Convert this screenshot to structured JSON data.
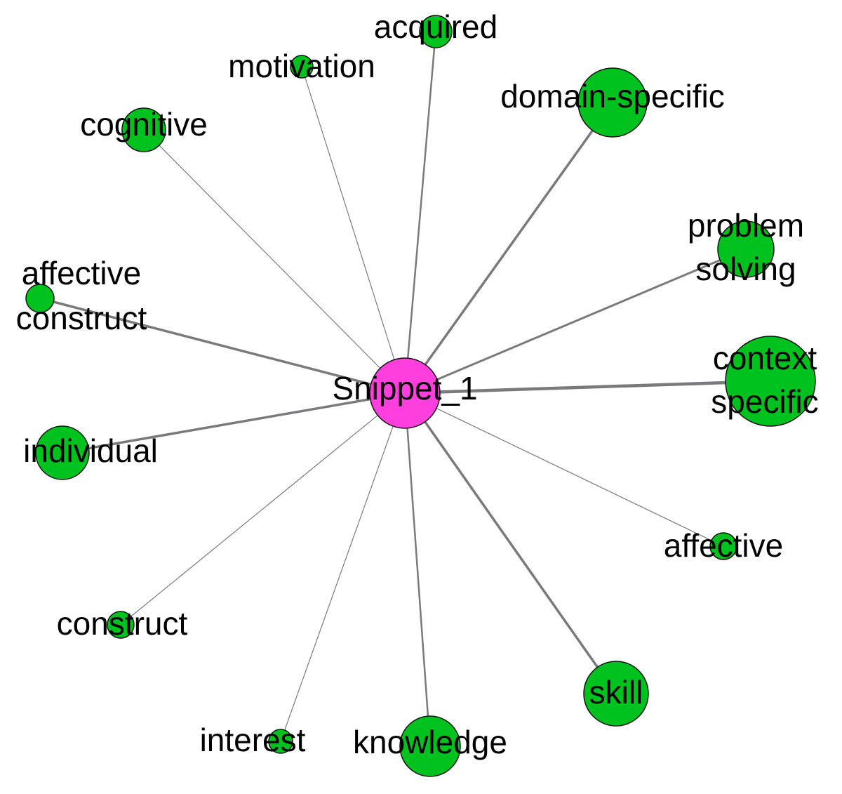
{
  "graph": {
    "hub": {
      "id": "snippet_1",
      "label": "Snippet_1"
    },
    "colors": {
      "hub_fill": "#ff3fdd",
      "leaf_fill": "#00c21f",
      "edge": "#7a7a7d",
      "background": "#ffffff"
    },
    "nodes": [
      {
        "id": "acquired",
        "label": [
          "acquired"
        ]
      },
      {
        "id": "motivation",
        "label": [
          "motivation"
        ]
      },
      {
        "id": "domain-specific",
        "label": [
          "domain-specific"
        ]
      },
      {
        "id": "cognitive",
        "label": [
          "cognitive"
        ]
      },
      {
        "id": "problem-solving",
        "label": [
          "problem",
          "solving"
        ]
      },
      {
        "id": "affective-construct",
        "label": [
          "affective",
          "construct"
        ]
      },
      {
        "id": "context-specific",
        "label": [
          "context",
          "specific"
        ]
      },
      {
        "id": "individual",
        "label": [
          "individual"
        ]
      },
      {
        "id": "affective",
        "label": [
          "affective"
        ]
      },
      {
        "id": "construct",
        "label": [
          "construct"
        ]
      },
      {
        "id": "skill",
        "label": [
          "skill"
        ]
      },
      {
        "id": "interest",
        "label": [
          "interest"
        ]
      },
      {
        "id": "knowledge",
        "label": [
          "knowledge"
        ]
      }
    ]
  }
}
